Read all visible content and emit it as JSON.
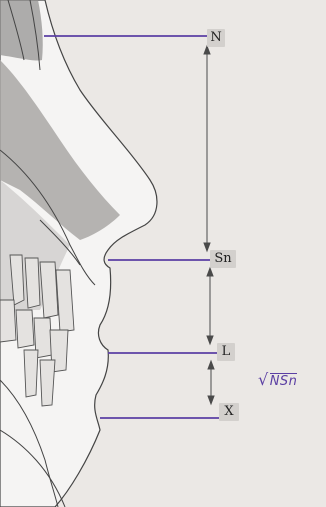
{
  "labels": {
    "n": "N",
    "sn": "Sn",
    "l": "L",
    "x": "X"
  },
  "annotation": {
    "radical": "√",
    "expression": "NSn"
  },
  "colors": {
    "background": "#e9e6e4",
    "ink": "#5b3fa3",
    "label_box": "#d3d0cd",
    "skull_shade": "#9a9896",
    "soft_tissue": "#f4f3f2"
  }
}
